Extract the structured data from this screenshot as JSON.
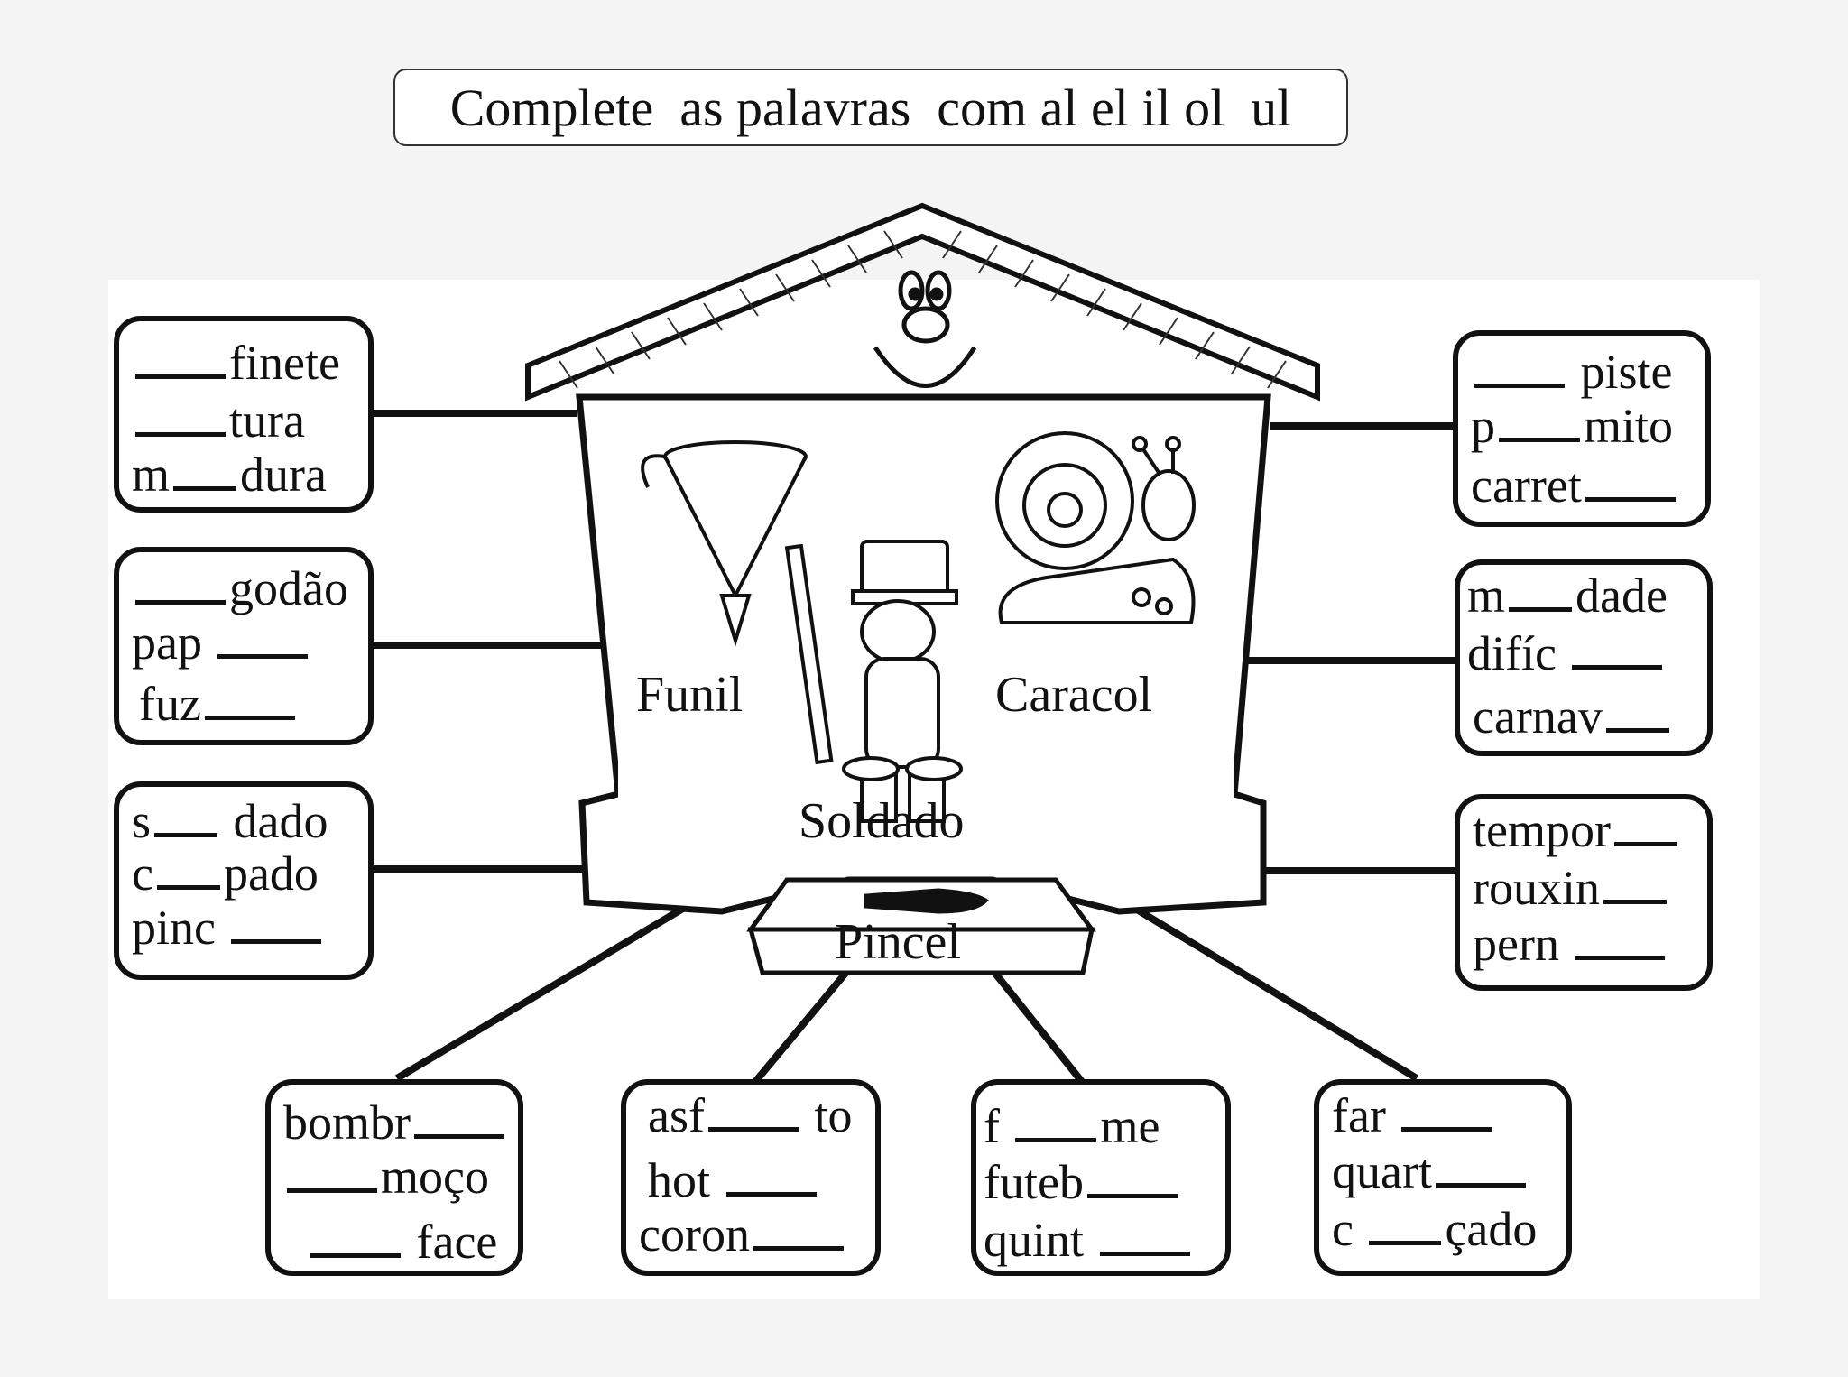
{
  "title": "Complete  as palavras  com al el il ol  ul",
  "house": {
    "labels": {
      "funil": "Funil",
      "caracol": "Caracol",
      "soldado": "Soldado",
      "pincel": "Pincel"
    }
  },
  "boxes": {
    "left1": [
      "",
      "finete",
      "",
      "tura",
      "m",
      "dura"
    ],
    "left2": [
      "",
      "godão",
      "pap",
      "",
      "fuz",
      ""
    ],
    "left3": [
      "s",
      "dado",
      "c",
      "pado",
      "pinc",
      ""
    ],
    "right1": [
      "",
      "piste",
      "p",
      "mito",
      "carret",
      ""
    ],
    "right2": [
      "m",
      "dade",
      "difíc",
      "",
      "carnav",
      ""
    ],
    "right3": [
      "tempor",
      "",
      "rouxin",
      "",
      "pern",
      ""
    ],
    "bottom1": [
      "bombr",
      "",
      "",
      "moço",
      "",
      "face"
    ],
    "bottom2": [
      "asf",
      "to",
      "hot",
      "",
      "coron",
      ""
    ],
    "bottom3": [
      "f",
      "me",
      "futeb",
      "",
      "quint",
      ""
    ],
    "bottom4": [
      "far",
      "",
      "quart",
      "",
      "c",
      "çado"
    ]
  }
}
